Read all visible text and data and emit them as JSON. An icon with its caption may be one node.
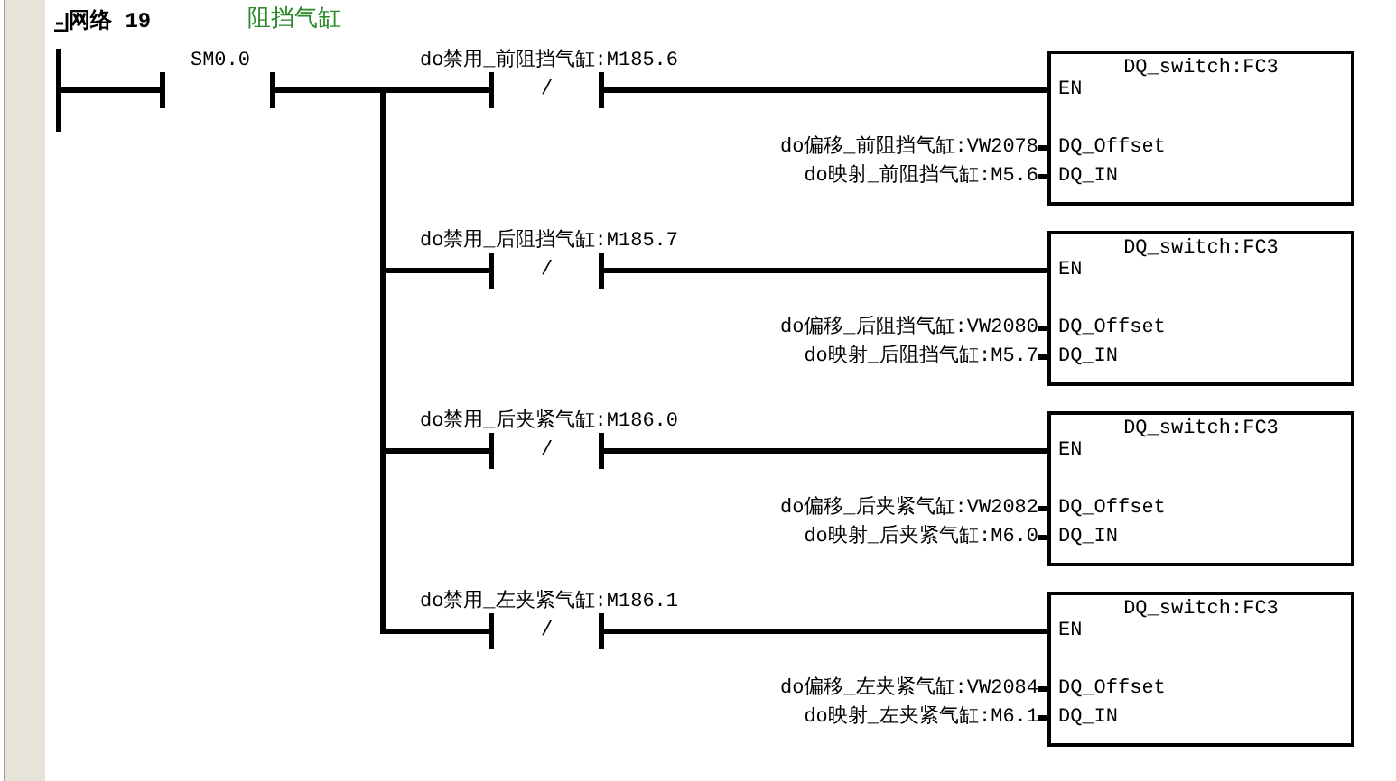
{
  "diagram": {
    "nodes": [
      {
        "text": [],
        "shape": "band"
      },
      {
        "text": [],
        "shape": "bar"
      },
      {
        "text": [
          "SM0.0"
        ]
      },
      {
        "text": [
          "do禁用_前阻挡气缸:M185.6",
          "/"
        ]
      },
      {
        "text": [
          "DQ_switch:FC3",
          "EN",
          "DQ_Offset",
          "DQ_IN"
        ]
      },
      {
        "text": [
          "do偏移_前阻挡气缸:VW2078"
        ]
      },
      {
        "text": [
          "do映射_前阻挡气缸:M5.6"
        ]
      },
      {
        "text": [
          "do禁用_后阻挡气缸:M185.7",
          "/"
        ]
      },
      {
        "text": [
          "DQ_switch:FC3",
          "EN",
          "DQ_Offset",
          "DQ_IN"
        ]
      },
      {
        "text": [
          "do偏移_后阻挡气缸:VW2080"
        ]
      },
      {
        "text": [
          "do映射_后阻挡气缸:M5.7"
        ]
      },
      {
        "text": [
          "do禁用_后夹紧气缸:M186.0",
          "/"
        ]
      },
      {
        "text": [
          "DQ_switch:FC3",
          "EN",
          "DQ_Offset",
          "DQ_IN"
        ]
      },
      {
        "text": [
          "do偏移_后夹紧气缸:VW2082"
        ]
      },
      {
        "text": [
          "do映射_后夹紧气缸:M6.0"
        ]
      },
      {
        "text": [
          "do禁用_左夹紧气缸:M186.1",
          "/"
        ]
      },
      {
        "text": [
          "DQ_switch:FC3",
          "EN",
          "DQ_Offset",
          "DQ_IN"
        ]
      },
      {
        "text": [
          "do偏移_左夹紧气缸:VW2084"
        ]
      },
      {
        "text": [
          "do映射_左夹紧气缸:M6.1"
        ]
      }
    ],
    "edges": [
      {
        "from": 1,
        "to": 2,
        "arrow": "none"
      },
      {
        "from": 2,
        "to": 3,
        "arrow": "none"
      },
      {
        "from": 3,
        "to": 4,
        "arrow": "none"
      },
      {
        "from": 5,
        "to": 4,
        "arrow": "none"
      },
      {
        "from": 6,
        "to": 4,
        "arrow": "none"
      },
      {
        "from": 2,
        "to": 7,
        "arrow": "none"
      },
      {
        "from": 7,
        "to": 8,
        "arrow": "none"
      },
      {
        "from": 9,
        "to": 8,
        "arrow": "none"
      },
      {
        "from": 10,
        "to": 8,
        "arrow": "none"
      },
      {
        "from": 2,
        "to": 11,
        "arrow": "none"
      },
      {
        "from": 11,
        "to": 12,
        "arrow": "none"
      },
      {
        "from": 13,
        "to": 12,
        "arrow": "none"
      },
      {
        "from": 14,
        "to": 12,
        "arrow": "none"
      },
      {
        "from": 2,
        "to": 15,
        "arrow": "none"
      },
      {
        "from": 15,
        "to": 16,
        "arrow": "none"
      },
      {
        "from": 17,
        "to": 16,
        "arrow": "none"
      },
      {
        "from": 18,
        "to": 16,
        "arrow": "none"
      }
    ],
    "labels": [
      "网络 19",
      "阻挡气缸"
    ]
  }
}
